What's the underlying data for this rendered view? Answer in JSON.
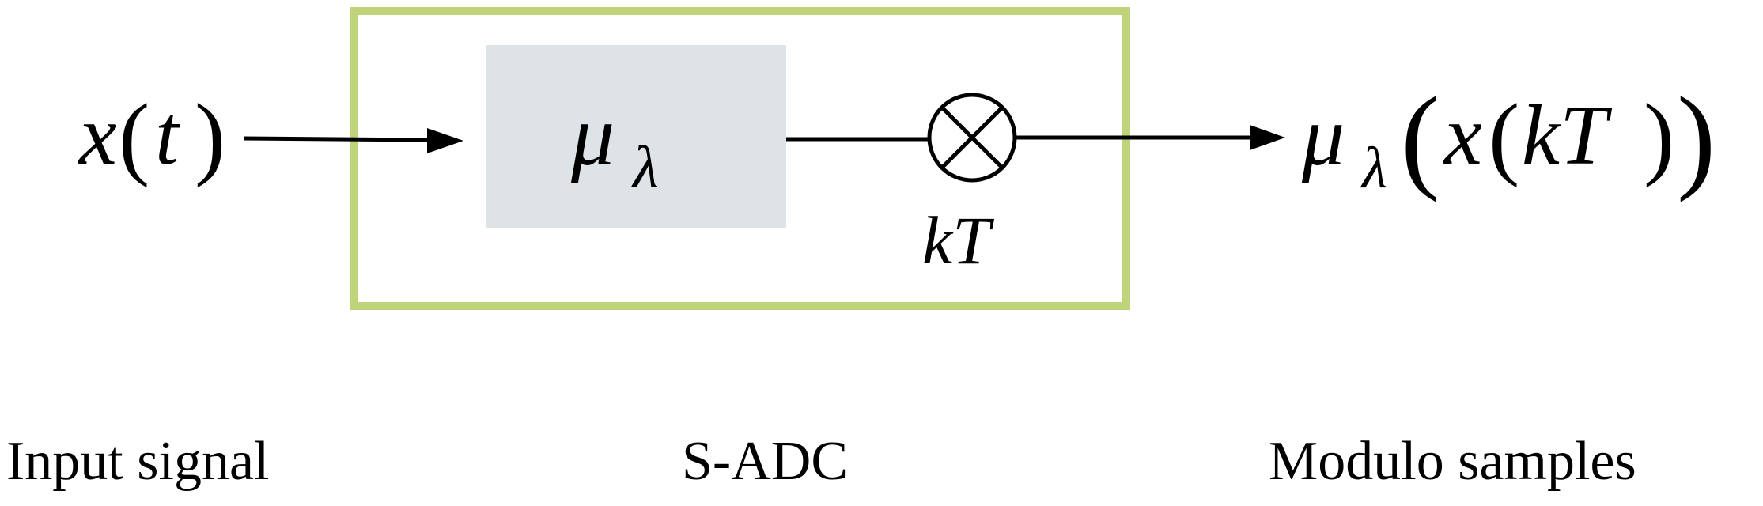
{
  "input": {
    "symbol": "x",
    "argument": "t",
    "caption": "Input signal"
  },
  "converter": {
    "block_symbol": "μ",
    "block_subscript": "λ",
    "sampler_label": "kT",
    "caption": "S-ADC",
    "frame_color": "#bfd47a",
    "block_fill": "#dde3e6"
  },
  "output": {
    "function_symbol": "μ",
    "function_subscript": "λ",
    "inner_symbol": "x",
    "inner_argument": "kT",
    "caption": "Modulo samples"
  }
}
